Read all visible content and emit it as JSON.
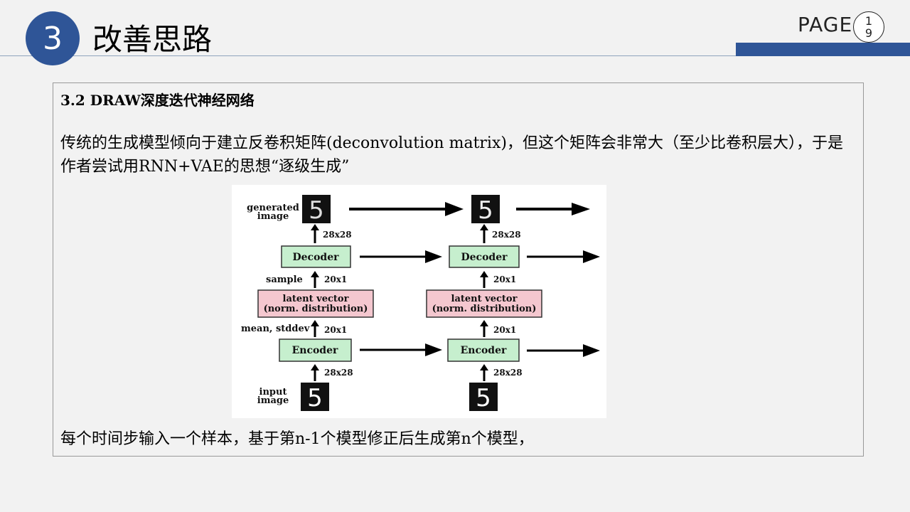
{
  "header": {
    "section_number": "3",
    "title": "改善思路",
    "page_label": "PAGE",
    "page_digit_1": "1",
    "page_digit_2": "9",
    "accent_color": "#2f5597"
  },
  "content": {
    "subheading": "3.2 DRAW深度迭代神经网络",
    "paragraph": "传统的生成模型倾向于建立反卷积矩阵(deconvolution matrix)，但这个矩阵会非常大（至少比卷积层大），于是作者尝试用RNN+VAE的思想“逐级生成”",
    "paragraph_2": "每个时间步输入一个样本，基于第n-1个模型修正后生成第n个模型，"
  },
  "diagram": {
    "label_generated_1": "generated",
    "label_generated_2": "image",
    "label_input_1": "input",
    "label_input_2": "image",
    "label_sample": "sample",
    "label_mean": "mean, stddev",
    "decoder": "Decoder",
    "encoder": "Encoder",
    "latent_1": "latent vector",
    "latent_2": "(norm. distribution)",
    "dim_28": "28x28",
    "dim_20": "20x1",
    "digit": "5",
    "decoder_fill": "#c6efce",
    "latent_fill": "#f4c7cf"
  }
}
